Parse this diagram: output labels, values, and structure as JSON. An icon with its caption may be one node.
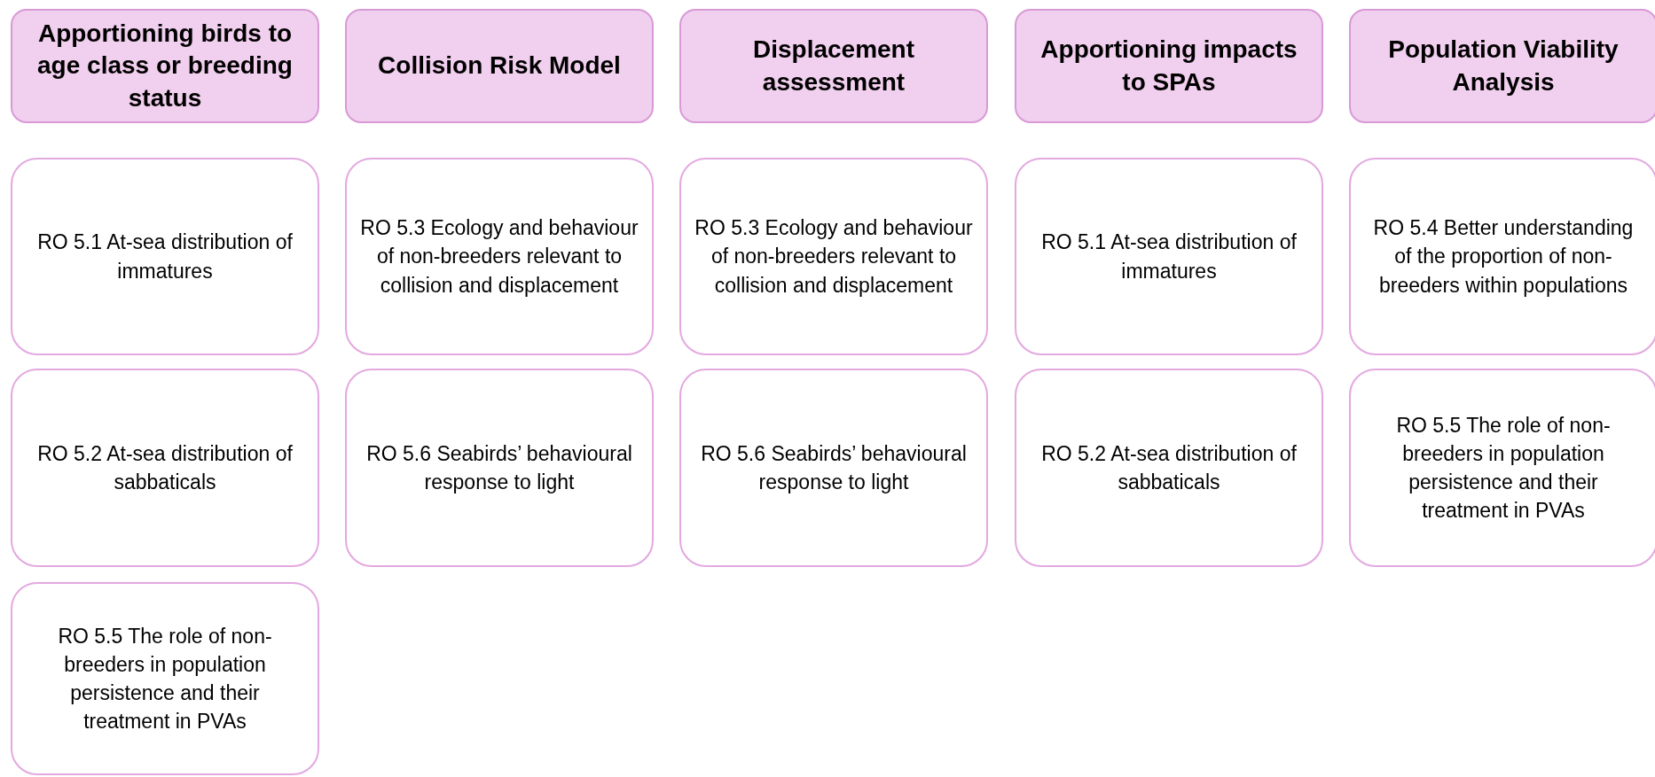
{
  "diagram": {
    "nodes": [
      {
        "text": [
          "Apportioning birds to age class or breeding status"
        ]
      },
      {
        "text": [
          "Collision Risk Model"
        ]
      },
      {
        "text": [
          "Displacement assessment"
        ]
      },
      {
        "text": [
          "Apportioning impacts to SPAs"
        ]
      },
      {
        "text": [
          "Population Viability Analysis"
        ]
      },
      {
        "text": [
          "RO 5.1 At-sea distribution of immatures"
        ]
      },
      {
        "text": [
          "RO 5.3 Ecology and behaviour of non-breeders relevant to collision and displacement"
        ]
      },
      {
        "text": [
          "RO 5.3 Ecology and behaviour of non-breeders relevant to collision and displacement"
        ]
      },
      {
        "text": [
          "RO 5.1 At-sea distribution of immatures"
        ]
      },
      {
        "text": [
          "RO 5.4 Better understanding of the proportion of non-breeders within populations"
        ]
      },
      {
        "text": [
          "RO 5.2 At-sea distribution of sabbaticals"
        ]
      },
      {
        "text": [
          "RO 5.6 Seabirds’ behavioural response to light"
        ]
      },
      {
        "text": [
          "RO 5.6 Seabirds’ behavioural response to light"
        ]
      },
      {
        "text": [
          "RO 5.2 At-sea distribution of sabbaticals"
        ]
      },
      {
        "text": [
          "RO 5.5 The role of non-breeders in population persistence and their treatment in PVAs"
        ]
      },
      {
        "text": [
          "RO 5.5 The role of non-breeders in population persistence and their treatment in PVAs"
        ]
      }
    ],
    "edges": []
  }
}
